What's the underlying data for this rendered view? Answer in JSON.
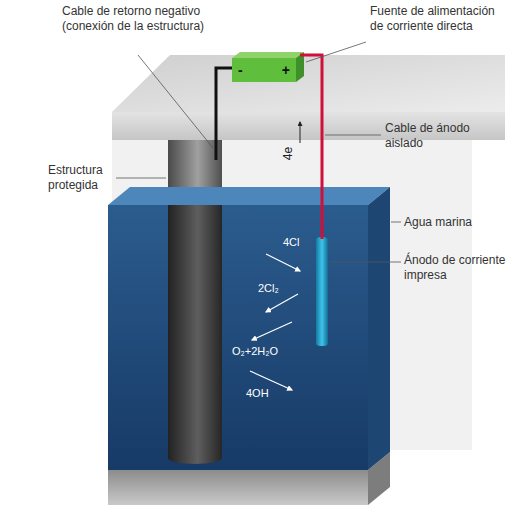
{
  "diagram": {
    "nodes": [
      {
        "text": [
          "-",
          "+"
        ]
      }
    ],
    "labels": [
      "Cable de retorno negativo (conexión de la estructura)",
      "Fuente de alimentación de corriente directa",
      "Cable de ánodo aislado",
      "4e",
      "Estructura protegida",
      "Agua marina",
      "Ánodo de corriente impresa",
      "4Cl",
      "2Cl₂",
      "O₂+2H₂O",
      "4OH"
    ]
  }
}
